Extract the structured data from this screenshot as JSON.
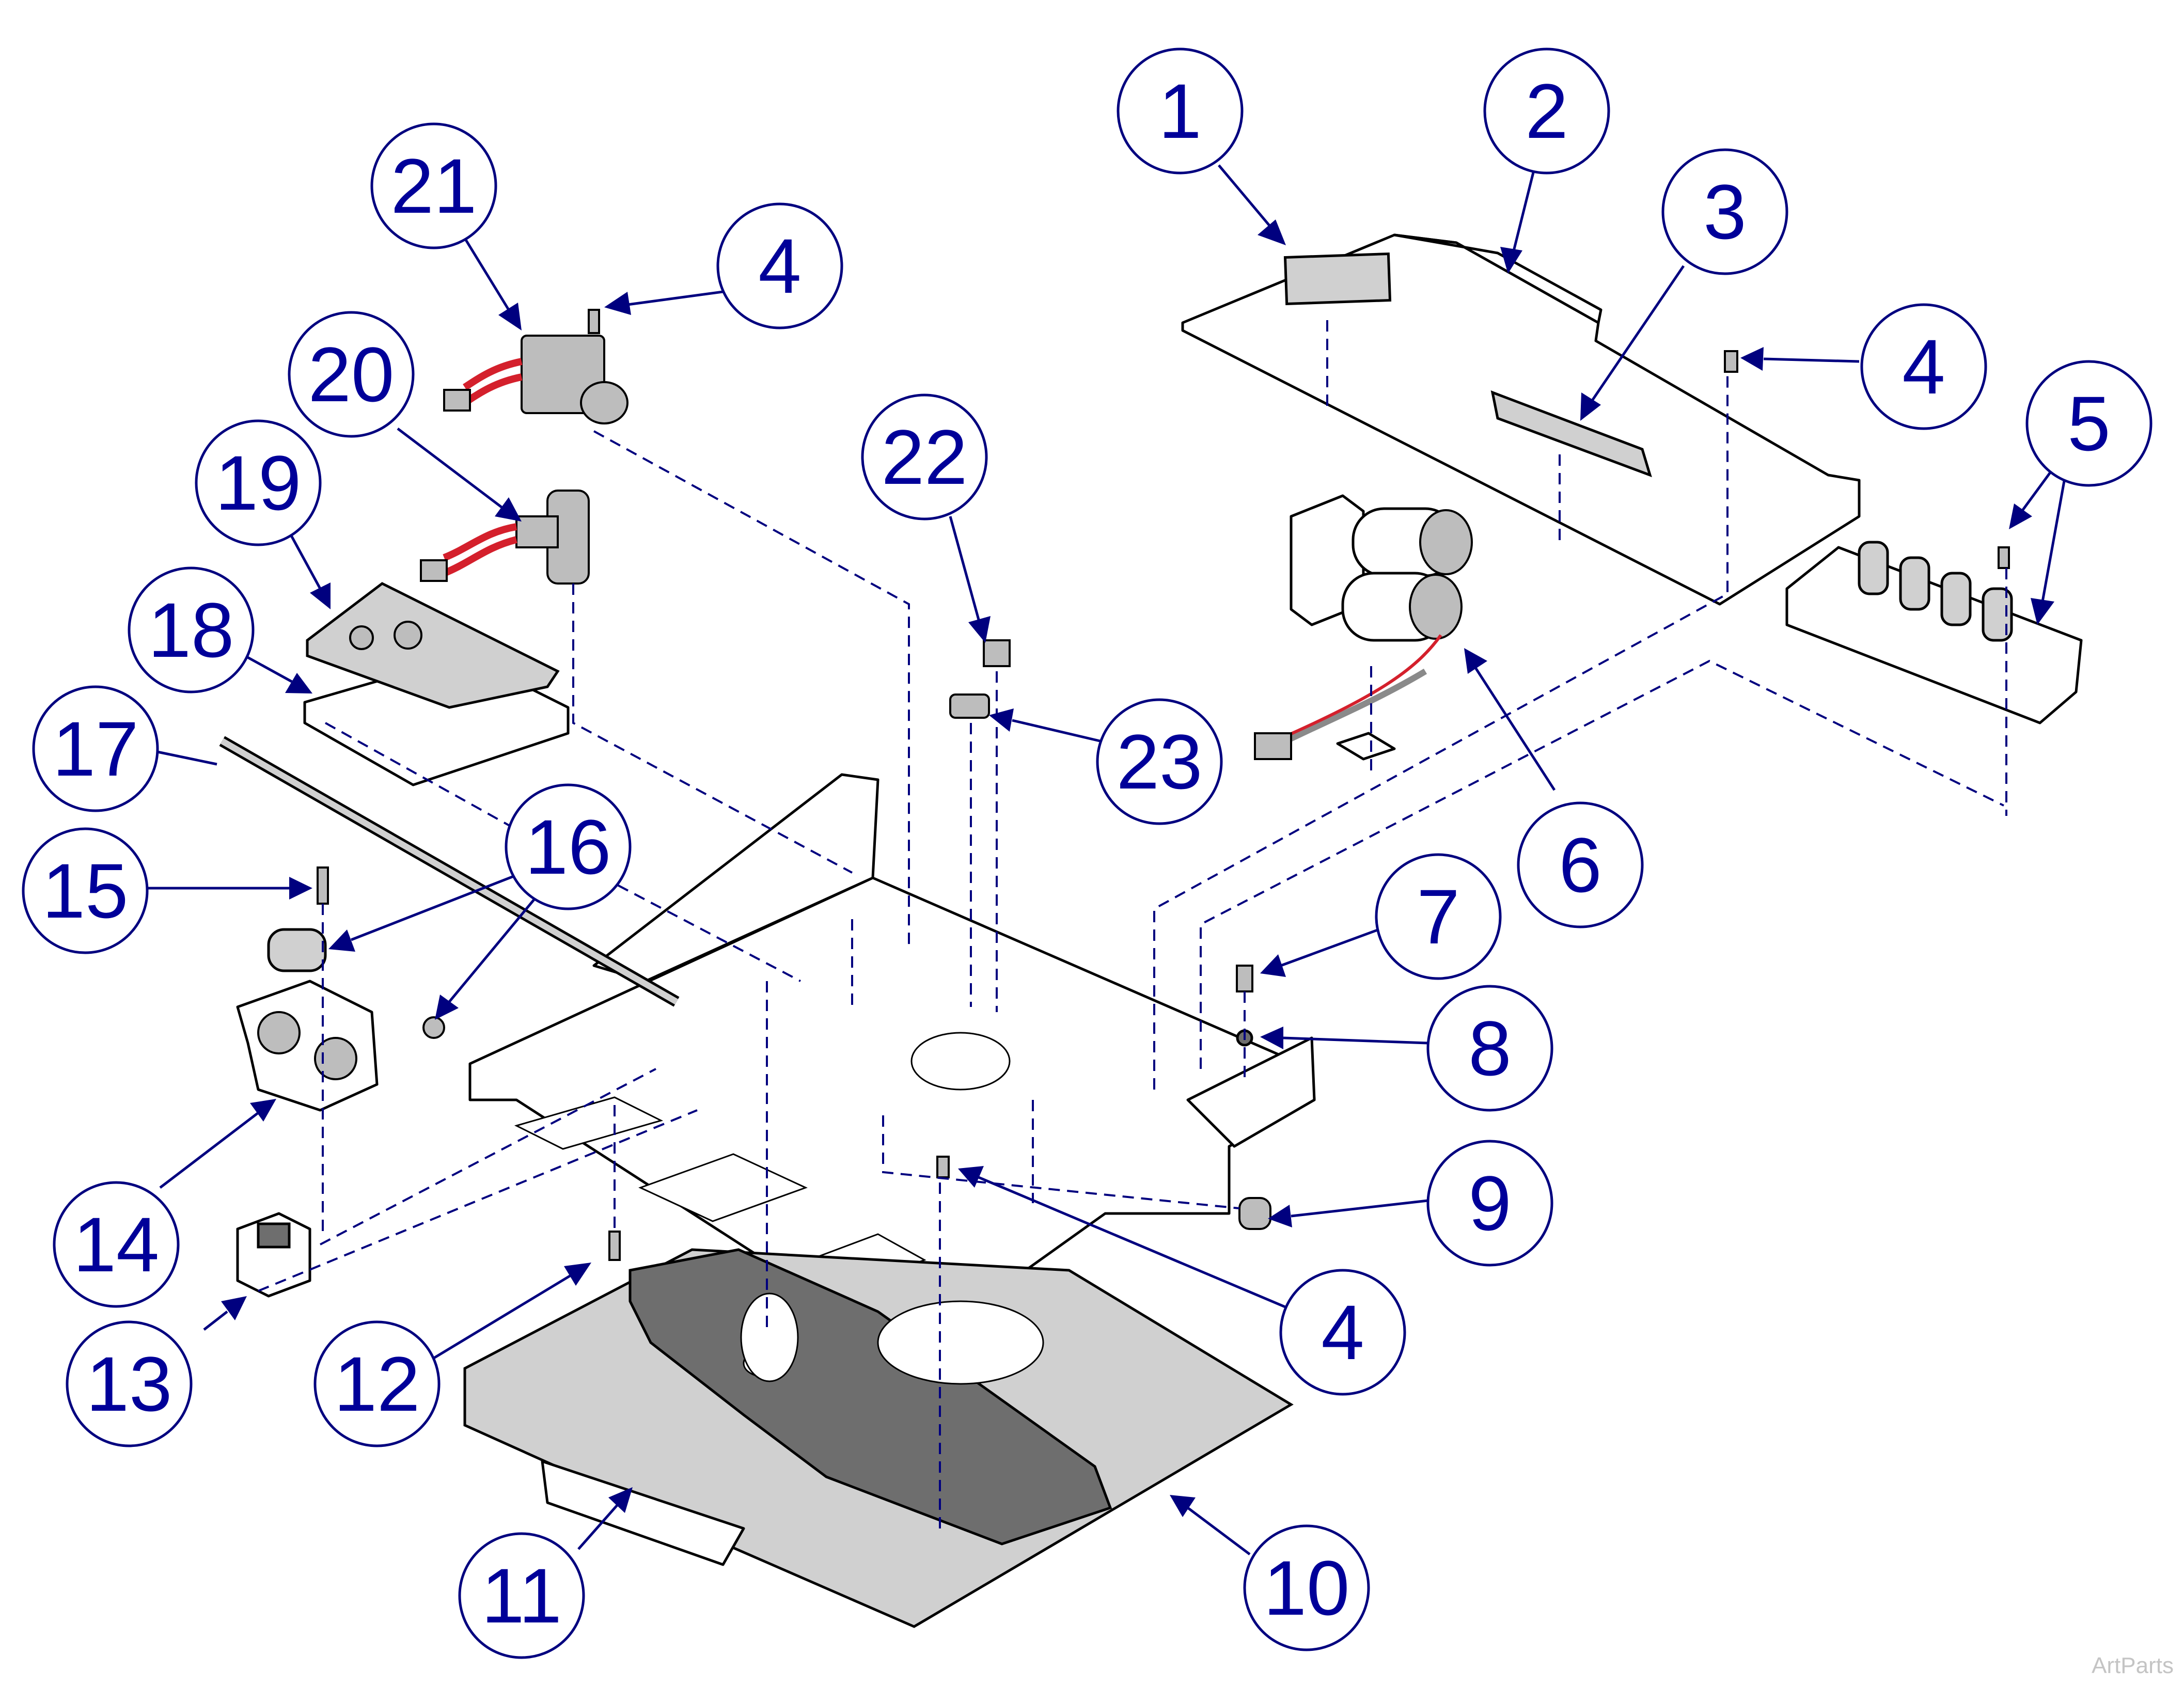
{
  "callouts": [
    {
      "id": "c1",
      "label": "1"
    },
    {
      "id": "c2",
      "label": "2"
    },
    {
      "id": "c3",
      "label": "3"
    },
    {
      "id": "c4a",
      "label": "4"
    },
    {
      "id": "c4b",
      "label": "4"
    },
    {
      "id": "c4c",
      "label": "4"
    },
    {
      "id": "c5",
      "label": "5"
    },
    {
      "id": "c6",
      "label": "6"
    },
    {
      "id": "c7",
      "label": "7"
    },
    {
      "id": "c8",
      "label": "8"
    },
    {
      "id": "c9",
      "label": "9"
    },
    {
      "id": "c10",
      "label": "10"
    },
    {
      "id": "c11",
      "label": "11"
    },
    {
      "id": "c12",
      "label": "12"
    },
    {
      "id": "c13",
      "label": "13"
    },
    {
      "id": "c14",
      "label": "14"
    },
    {
      "id": "c15",
      "label": "15"
    },
    {
      "id": "c16",
      "label": "16"
    },
    {
      "id": "c17",
      "label": "17"
    },
    {
      "id": "c18",
      "label": "18"
    },
    {
      "id": "c19",
      "label": "19"
    },
    {
      "id": "c20",
      "label": "20"
    },
    {
      "id": "c21",
      "label": "21"
    },
    {
      "id": "c22",
      "label": "22"
    },
    {
      "id": "c23",
      "label": "23"
    }
  ],
  "watermark": "ArtParts",
  "colors": {
    "callout": "#00007f",
    "wire": "#d4202c",
    "line": "#000000"
  }
}
